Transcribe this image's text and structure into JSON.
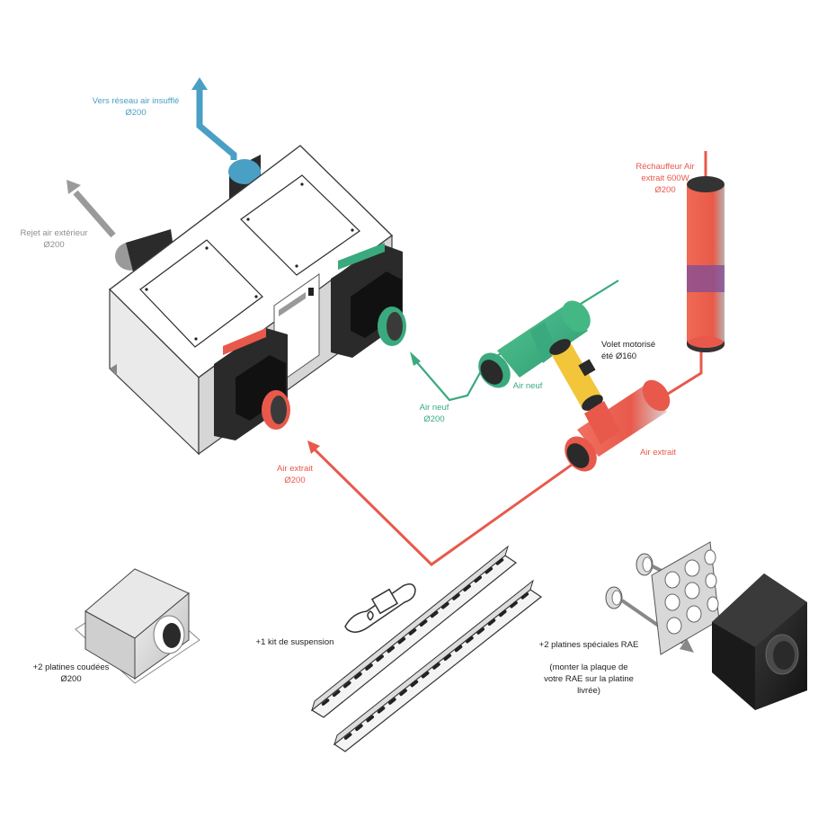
{
  "colors": {
    "supply": "#4a9fc4",
    "exhaust_outdoor": "#8e8e8e",
    "fresh": "#3aaa7e",
    "extract": "#e8594c",
    "damper": "#f3c53a",
    "heater_band": "#7f4e9a",
    "text_dark": "#222222"
  },
  "labels": {
    "supply": {
      "line1": "Vers réseau air insufflé",
      "line2": "Ø200"
    },
    "outdoor": {
      "line1": "Rejet air extérieur",
      "line2": "Ø200"
    },
    "heater": {
      "line1": "Réchauffeur Air",
      "line2": "extrait 600W",
      "line3": "Ø200"
    },
    "damper": {
      "line1": "Volet motorisé",
      "line2": "été Ø160"
    },
    "fresh_tee": {
      "text": "Air neuf"
    },
    "fresh_arrow": {
      "line1": "Air neuf",
      "line2": "Ø200"
    },
    "extract_tee": {
      "text": "Air extrait"
    },
    "extract_arrow": {
      "line1": "Air extrait",
      "line2": "Ø200"
    },
    "suspension": {
      "text": "+1 kit de suspension"
    },
    "elbow_plates": {
      "line1": "+2 platines coudées",
      "line2": "Ø200"
    },
    "rae_plates": {
      "line1": "+2 platines spéciales RAE",
      "line2": "(monter la plaque de",
      "line3": "votre RAE sur la platine",
      "line4": "livrée)"
    }
  }
}
